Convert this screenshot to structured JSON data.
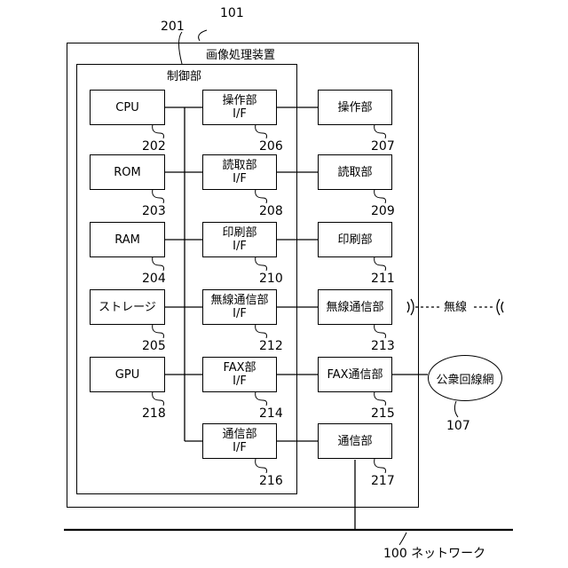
{
  "labels": {
    "outer_ref": "101",
    "outer_title": "画像処理装置",
    "controller_ref": "201",
    "controller_title": "制御部",
    "network_ref_text": "100 ネットワーク",
    "line_ref": "107"
  },
  "left_column": [
    {
      "text": "CPU",
      "ref": "202"
    },
    {
      "text": "ROM",
      "ref": "203"
    },
    {
      "text": "RAM",
      "ref": "204"
    },
    {
      "text": "ストレージ",
      "ref": "205"
    },
    {
      "text": "GPU",
      "ref": "218"
    }
  ],
  "interfaces": [
    {
      "line1": "操作部",
      "line2": "I/F",
      "ref": "206"
    },
    {
      "line1": "読取部",
      "line2": "I/F",
      "ref": "208"
    },
    {
      "line1": "印刷部",
      "line2": "I/F",
      "ref": "210"
    },
    {
      "line1": "無線通信部",
      "line2": "I/F",
      "ref": "212"
    },
    {
      "line1": "FAX部",
      "line2": "I/F",
      "ref": "214"
    },
    {
      "line1": "通信部",
      "line2": "I/F",
      "ref": "216"
    }
  ],
  "units": [
    {
      "text": "操作部",
      "ref": "207"
    },
    {
      "text": "読取部",
      "ref": "209"
    },
    {
      "text": "印刷部",
      "ref": "211"
    },
    {
      "text": "無線通信部",
      "ref": "213"
    },
    {
      "text": "FAX通信部",
      "ref": "215"
    },
    {
      "text": "通信部",
      "ref": "217"
    }
  ],
  "wireless": {
    "label": "無線"
  },
  "public_line": {
    "label": "公衆回線網"
  }
}
